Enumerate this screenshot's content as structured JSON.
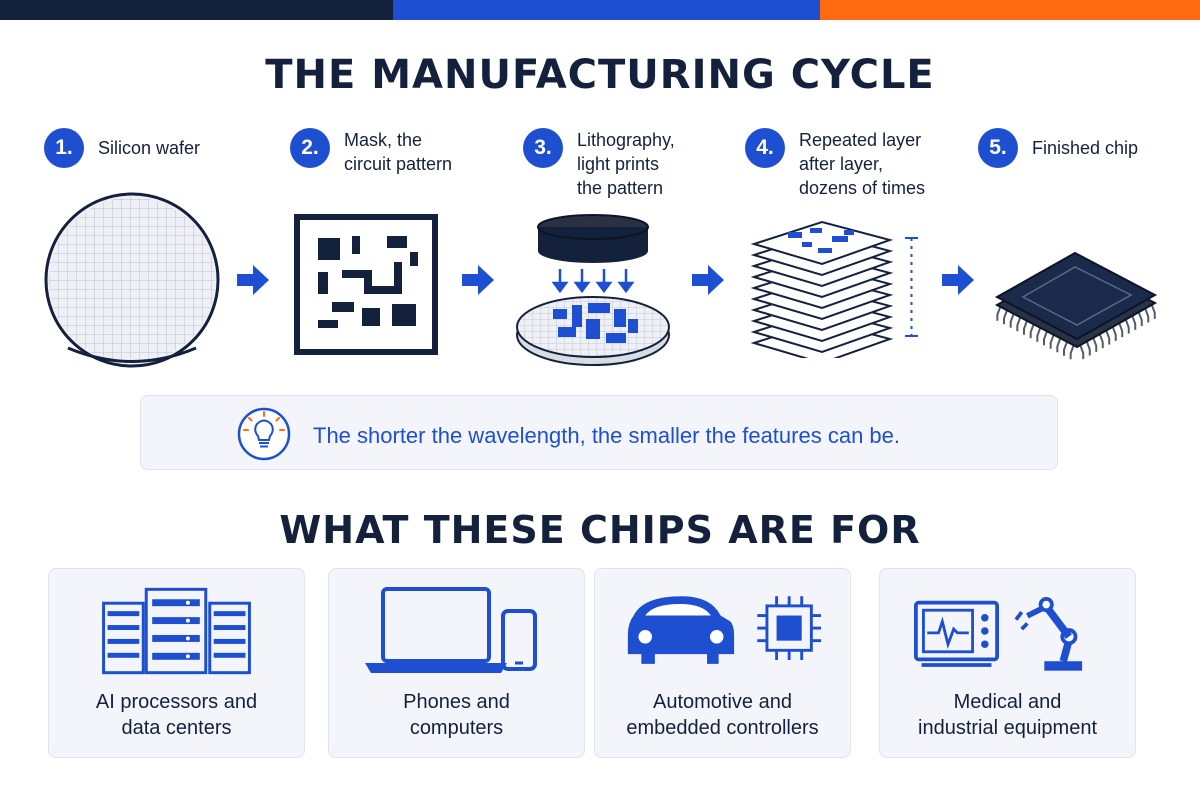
{
  "title": "THE MANUFACTURING CYCLE",
  "steps": [
    {
      "num": "1.",
      "line1": "Silicon wafer",
      "line2": "",
      "line3": ""
    },
    {
      "num": "2.",
      "line1": "Mask, the",
      "line2": "circuit pattern",
      "line3": ""
    },
    {
      "num": "3.",
      "line1": "Lithography,",
      "line2": "light prints",
      "line3": "the pattern"
    },
    {
      "num": "4.",
      "line1": "Repeated layer",
      "line2": "after layer,",
      "line3": "dozens of times"
    },
    {
      "num": "5.",
      "line1": "Finished chip",
      "line2": "",
      "line3": ""
    }
  ],
  "tip": {
    "text": "The shorter the wavelength, the smaller the features can be.",
    "icon": "lightbulb-icon"
  },
  "section2_title": "WHAT THESE CHIPS ARE FOR",
  "uses": [
    {
      "line1": "AI processors and",
      "line2": "data centers",
      "icon": "server-rack-icon"
    },
    {
      "line1": "Phones and",
      "line2": "computers",
      "icon": "laptop-phone-icon"
    },
    {
      "line1": "Automotive and",
      "line2": "embedded controllers",
      "icon": "car-chip-icon"
    },
    {
      "line1": "Medical and",
      "line2": "industrial equipment",
      "icon": "monitor-robot-arm-icon"
    }
  ],
  "colors": {
    "navy": "#14213d",
    "blue": "#1f4fd1",
    "orange": "#ff6a13",
    "card_bg": "#f3f5fa"
  }
}
